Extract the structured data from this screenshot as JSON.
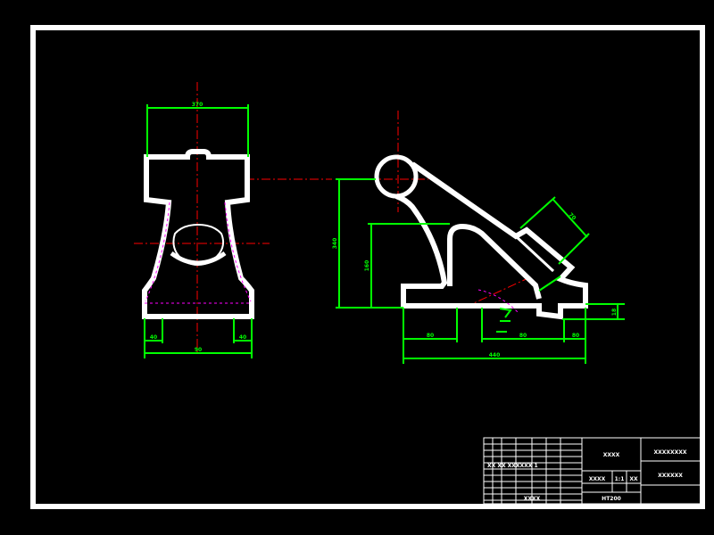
{
  "drawing": {
    "colors": {
      "background": "#000000",
      "outline": "#ffffff",
      "dimension": "#00ff00",
      "centerline": "#ff0000",
      "hidden": "#ff00ff"
    },
    "front_view_dimensions": {
      "top_width": "370",
      "left_boss": "40",
      "right_boss": "40",
      "bottom_width": "90"
    },
    "side_view_dimensions": {
      "overall_height": "340",
      "mid_height": "160",
      "angled_face": "70",
      "base_thickness": "18",
      "left_base": "80",
      "middle_base": "80",
      "right_base": "80",
      "overall_length": "440"
    },
    "title_block": {
      "drawing_name": "XXXX",
      "company": "XXXXXXXX",
      "drawing_number": "XXXXXX",
      "scale": "XXXX",
      "scale_value": "1:1",
      "sheet": "XX",
      "material": "HT200",
      "designer_row": "XX  XX XXXXXX 1",
      "date": "XXXX"
    }
  }
}
